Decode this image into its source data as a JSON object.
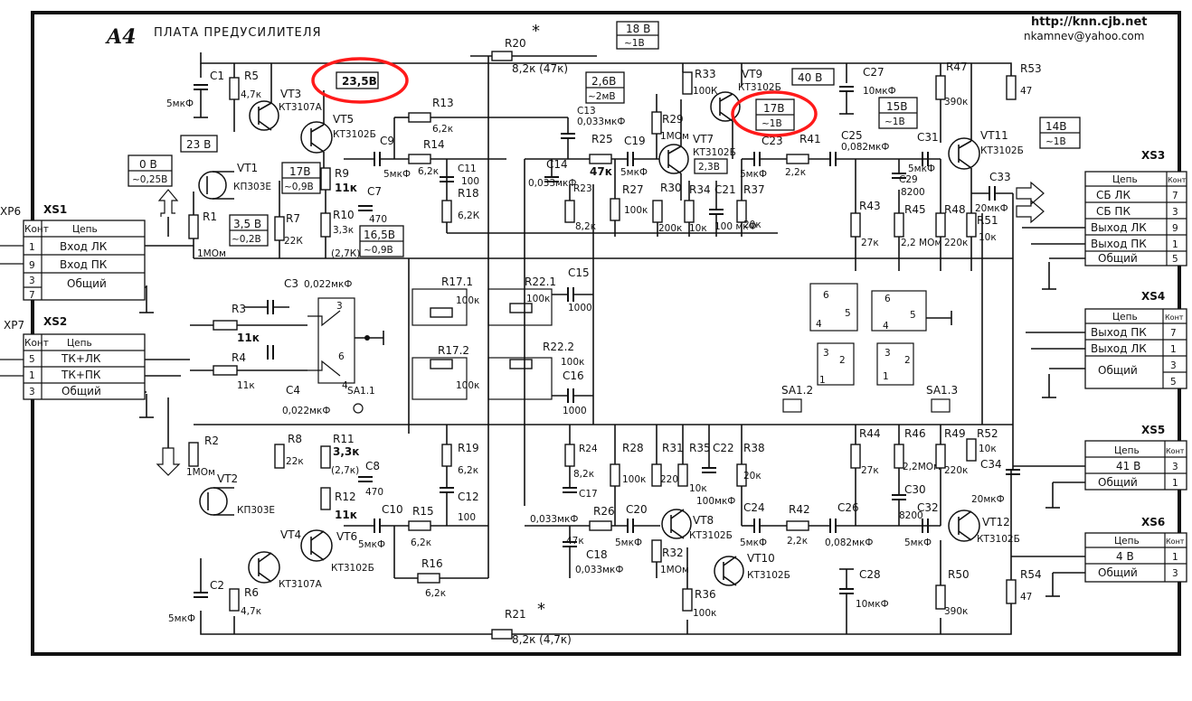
{
  "header": {
    "board_number": "A4",
    "title": "ПЛАТА ПРЕДУСИЛИТЕЛЯ",
    "url": "http://knn.cjb.net",
    "email": "nkamnev@yahoo.com"
  },
  "voltage_tags": [
    {
      "id": "vt5",
      "top": "23,5В",
      "bottom": ""
    },
    {
      "id": "vt3",
      "top": "23 В",
      "bottom": ""
    },
    {
      "id": "vt1",
      "top": "0 В",
      "bottom": "~0,25В"
    },
    {
      "id": "vt5e",
      "top": "17В",
      "bottom": "~0,9В"
    },
    {
      "id": "vt1s",
      "top": "3,5 В",
      "bottom": "~0,2В"
    },
    {
      "id": "r10",
      "top": "16,5В",
      "bottom": "~0,9В"
    },
    {
      "id": "vt7",
      "top": "2,6В",
      "bottom": "~2мВ"
    },
    {
      "id": "vt9",
      "top": "18 В",
      "bottom": "~1В"
    },
    {
      "id": "vt9e",
      "top": "17В",
      "bottom": "~1В"
    },
    {
      "id": "vt7e",
      "top": "2,3В",
      "bottom": ""
    },
    {
      "id": "c27",
      "top": "40 В",
      "bottom": ""
    },
    {
      "id": "vt11b",
      "top": "15В",
      "bottom": "~1В"
    },
    {
      "id": "vt11",
      "top": "14В",
      "bottom": "~1В"
    }
  ],
  "components_top": {
    "c1": "C1",
    "c1v": "5мкФ",
    "r5": "R5",
    "r5v": "4,7к",
    "vt3": "VT3",
    "vt3t": "КТ3107А",
    "vt5": "VT5",
    "vt5t": "КТ3102Б",
    "vt1": "VT1",
    "vt1t": "КП303Е",
    "r1": "R1",
    "r1v": "1МОм",
    "r7": "R7",
    "r7v": "22К",
    "r9": "R9",
    "r9v": "11к",
    "r10": "R10",
    "r10v": "3,3к",
    "r10a": "(2,7К)",
    "c7": "C7",
    "c7v": "470",
    "c9": "C9",
    "c9v": "5мкФ",
    "r13": "R13",
    "r13v": "6,2к",
    "r14": "R14",
    "r14v": "6,2к",
    "r20": "R20",
    "r20v": "8,2к (47к)",
    "c11": "C11",
    "c11v": "100",
    "r18": "R18",
    "r18v": "6,2К",
    "c13": "C13",
    "c13v": "0,033мкФ",
    "c14": "C14",
    "c14v": "0,033мкФ",
    "r25": "R25",
    "r25v": "47к",
    "r23": "R23",
    "r23v": "8,2к",
    "c19": "C19",
    "c19v": "5мкФ",
    "r27": "R27",
    "r27v": "100к",
    "r29": "R29",
    "r29v": "1МОм",
    "vt7": "VT7",
    "vt7t": "КТ3102Б",
    "r30": "R30",
    "r30v": "200к",
    "r33": "R33",
    "r33v": "100К",
    "vt9": "VT9",
    "vt9t": "КТ3102Б",
    "r34": "R34",
    "r34v": "10к",
    "c21": "C21",
    "c21v": "100 мкФ",
    "r37": "R37",
    "r37v": "20к",
    "c23": "C23",
    "c23v": "5мкФ",
    "c27": "C27",
    "c27v": "10мкФ",
    "r41": "R41",
    "r41v": "2,2к",
    "c25": "C25",
    "c25v": "0,082мкФ",
    "r43": "R43",
    "r43v": "27к",
    "r45": "R45",
    "r45v": "2,2 МОм",
    "c29": "C29",
    "c29v": "8200",
    "c31": "C31",
    "c31v": "5мкФ",
    "r47": "R47",
    "r47v": "390к",
    "r48": "R48",
    "r48v": "220к",
    "vt11": "VT11",
    "vt11t": "КТ3102Б",
    "r51": "R51",
    "r51v": "10к",
    "c33": "C33",
    "c33v": "20мкФ",
    "r53": "R53",
    "r53v": "47"
  },
  "components_mid": {
    "r3": "R3",
    "r3v": "11к",
    "c3": "C3",
    "c3v": "0,022мкФ",
    "r4": "R4",
    "r4v": "11к",
    "c4": "C4",
    "c4v": "0,022мкФ",
    "sa11": "SA1.1",
    "r171": "R17.1",
    "r171v": "100к",
    "r221": "R22.1",
    "r221v": "100к",
    "c15": "C15",
    "c15v": "1000",
    "r172": "R17.2",
    "r172v": "100к",
    "r222": "R22.2",
    "r222v": "100к",
    "c16": "C16",
    "c16v": "1000",
    "sa12": "SA1.2",
    "sa13": "SA1.3"
  },
  "components_bot": {
    "r2": "R2",
    "r2v": "1МОм",
    "vt2": "VT2",
    "vt2t": "КП303Е",
    "r8": "R8",
    "r8v": "22к",
    "r11": "R11",
    "r11v": "3,3к",
    "r11a": "(2,7к)",
    "c8": "C8",
    "c8v": "470",
    "r12": "R12",
    "r12v": "11к",
    "vt4": "VT4",
    "vt4t": "КТ3107А",
    "vt6": "VT6",
    "vt6t": "КТ3102Б",
    "c2": "C2",
    "c2v": "5мкФ",
    "r6": "R6",
    "r6v": "4,7к",
    "c10": "C10",
    "c10v": "5мкФ",
    "r15": "R15",
    "r15v": "6,2к",
    "r16": "R16",
    "r16v": "6,2к",
    "r19": "R19",
    "r19v": "6,2к",
    "c12": "C12",
    "c12v": "100",
    "r24": "R24",
    "r24v": "8,2к",
    "c17": "C17",
    "c17v": "0,033мкФ",
    "r26": "R26",
    "r26v": "47к",
    "c18": "C18",
    "c18v": "0,033мкФ",
    "r28": "R28",
    "r28v": "100к",
    "c20": "C20",
    "c20v": "5мкФ",
    "r31": "R31",
    "r31v": "220к",
    "vt8": "VT8",
    "vt8t": "КТ3102Б",
    "r32": "R32",
    "r32v": "1МОм",
    "r35": "R35",
    "r35v": "10к",
    "c22": "C22",
    "c22v": "100мкФ",
    "r36": "R36",
    "r36v": "100к",
    "vt10": "VT10",
    "vt10t": "КТ3102Б",
    "r38": "R38",
    "r38v": "20к",
    "c24": "C24",
    "c24v": "5мкФ",
    "r42": "R42",
    "r42v": "2,2к",
    "c26": "C26",
    "c26v": "0,082мкФ",
    "c28": "C28",
    "c28v": "10мкФ",
    "r44": "R44",
    "r44v": "27к",
    "r46": "R46",
    "r46v": "2,2МОм",
    "c30": "C30",
    "c30v": "8200",
    "r49": "R49",
    "r49v": "220к",
    "c32": "C32",
    "c32v": "5мкФ",
    "vt12": "VT12",
    "vt12t": "КТ3102Б",
    "r52": "R52",
    "r52v": "10к",
    "c34": "C34",
    "c34v": "20мкФ",
    "r50": "R50",
    "r50v": "390к",
    "r54": "R54",
    "r54v": "47",
    "r21": "R21",
    "r21v": "8,2к (4,7к)"
  },
  "connectors": {
    "xp6": "XP6",
    "xp7": "XP7",
    "xs1": {
      "name": "XS1",
      "hdr_pin": "Конт",
      "hdr_sig": "Цепь",
      "rows": [
        {
          "pin": "1",
          "sig": "Вход ЛК"
        },
        {
          "pin": "9",
          "sig": "Вход ПК"
        },
        {
          "pin": "3",
          "sig": "Общий"
        },
        {
          "pin": "7",
          "sig": ""
        }
      ]
    },
    "xs2": {
      "name": "XS2",
      "hdr_pin": "Конт",
      "hdr_sig": "Цепь",
      "rows": [
        {
          "pin": "5",
          "sig": "ТК+ЛК"
        },
        {
          "pin": "1",
          "sig": "ТК+ПК"
        },
        {
          "pin": "3",
          "sig": "Общий"
        }
      ]
    },
    "xs3": {
      "name": "XS3",
      "hdr_pin": "Конт",
      "hdr_sig": "Цепь",
      "rows": [
        {
          "pin": "7",
          "sig": "СБ ЛК"
        },
        {
          "pin": "3",
          "sig": "СБ ПК"
        },
        {
          "pin": "9",
          "sig": "Выход ЛК"
        },
        {
          "pin": "1",
          "sig": "Выход ПК"
        },
        {
          "pin": "5",
          "sig": "Общий"
        }
      ]
    },
    "xs4": {
      "name": "XS4",
      "hdr_pin": "Конт",
      "hdr_sig": "Цепь",
      "rows": [
        {
          "pin": "7",
          "sig": "Выход ПК"
        },
        {
          "pin": "1",
          "sig": "Выход ЛК"
        },
        {
          "pin": "3",
          "sig": "Общий"
        },
        {
          "pin": "5",
          "sig": ""
        }
      ]
    },
    "xs5": {
      "name": "XS5",
      "hdr_pin": "Конт",
      "hdr_sig": "Цепь",
      "rows": [
        {
          "pin": "3",
          "sig": "41 В"
        },
        {
          "pin": "1",
          "sig": "Общий"
        }
      ]
    },
    "xs6": {
      "name": "XS6",
      "hdr_pin": "Конт",
      "hdr_sig": "Цепь",
      "rows": [
        {
          "pin": "1",
          "sig": "4 В"
        },
        {
          "pin": "3",
          "sig": "Общий"
        }
      ]
    }
  }
}
